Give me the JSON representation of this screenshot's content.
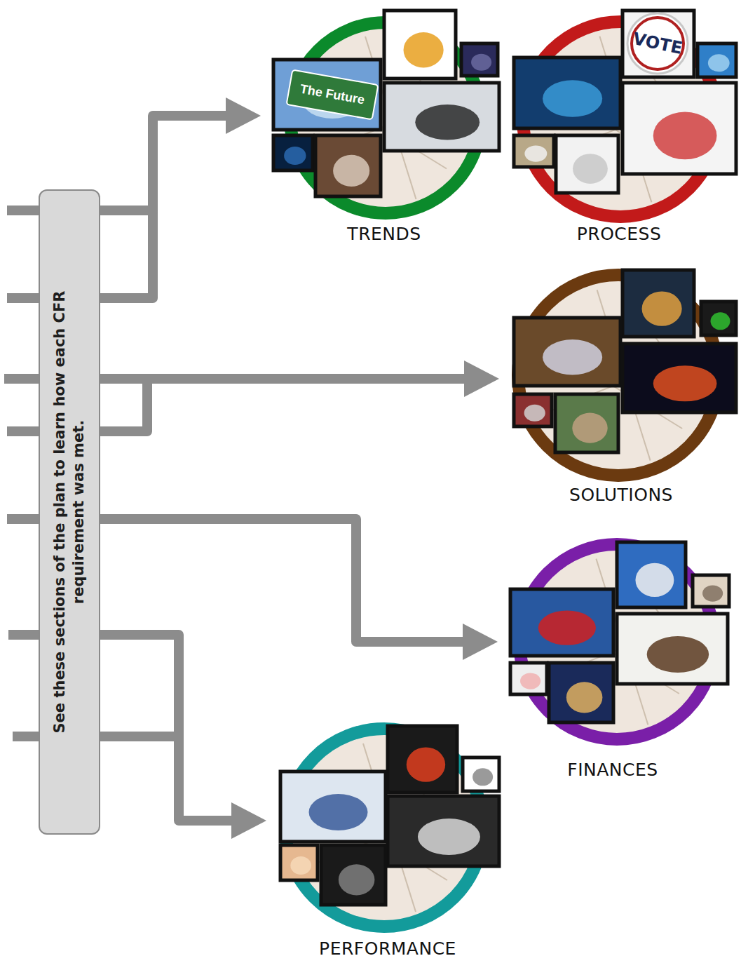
{
  "diagram": {
    "nodes": [
      {
        "text": [
          "See these sections of the plan to learn how each CFR requirement was met."
        ]
      },
      {
        "text": [
          "TRENDS"
        ]
      },
      {
        "text": [
          "PROCESS"
        ]
      },
      {
        "text": [
          "SOLUTIONS"
        ]
      },
      {
        "text": [
          "FINANCES"
        ]
      },
      {
        "text": [
          "PERFORMANCE"
        ]
      }
    ],
    "edges": [
      {
        "from": 0,
        "to": 1,
        "arrow": "to"
      },
      {
        "from": 0,
        "to": 3,
        "arrow": "to"
      },
      {
        "from": 0,
        "to": 4,
        "arrow": "to"
      },
      {
        "from": 0,
        "to": 5,
        "arrow": "to"
      }
    ],
    "labels": [
      "The Future",
      "VOTE"
    ]
  }
}
